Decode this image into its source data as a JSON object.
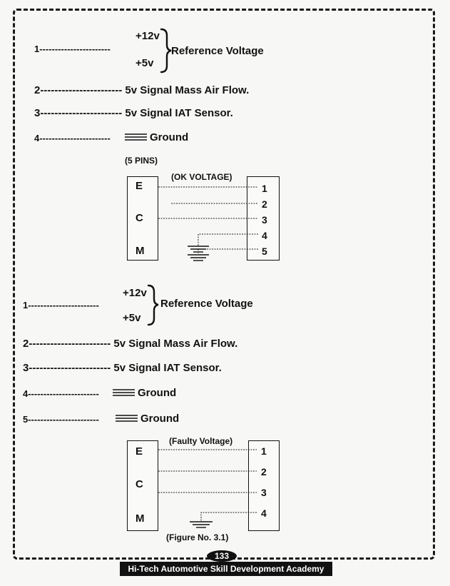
{
  "section1": {
    "item1_num": "1-----------------------",
    "v12": "+12v",
    "v5": "+5v",
    "ref_label": "Reference Voltage",
    "item2": "2----------------------- 5v Signal Mass Air Flow.",
    "item3": "3----------------------- 5v Signal IAT Sensor.",
    "item4_num": "4-----------------------",
    "ground": "Ground",
    "pins_label": "(5 PINS)",
    "diagram_title": "(OK VOLTAGE)",
    "ecm_letters": [
      "E",
      "C",
      "M"
    ],
    "pins": [
      "1",
      "2",
      "3",
      "4",
      "5"
    ]
  },
  "section2": {
    "item1_num": "1-----------------------",
    "v12": "+12v",
    "v5": "+5v",
    "ref_label": "Reference Voltage",
    "item2": "2----------------------- 5v Signal Mass Air Flow.",
    "item3": "3----------------------- 5v Signal IAT Sensor.",
    "item4_num": "4-----------------------",
    "item5_num": "5-----------------------",
    "ground": "Ground",
    "diagram_title": "(Faulty Voltage)",
    "ecm_letters": [
      "E",
      "C",
      "M"
    ],
    "pins": [
      "1",
      "2",
      "3",
      "4"
    ],
    "figure_caption": "(Figure No. 3.1)"
  },
  "footer": {
    "page_number": "133",
    "academy": "Hi-Tech Automotive Skill Development Academy"
  }
}
